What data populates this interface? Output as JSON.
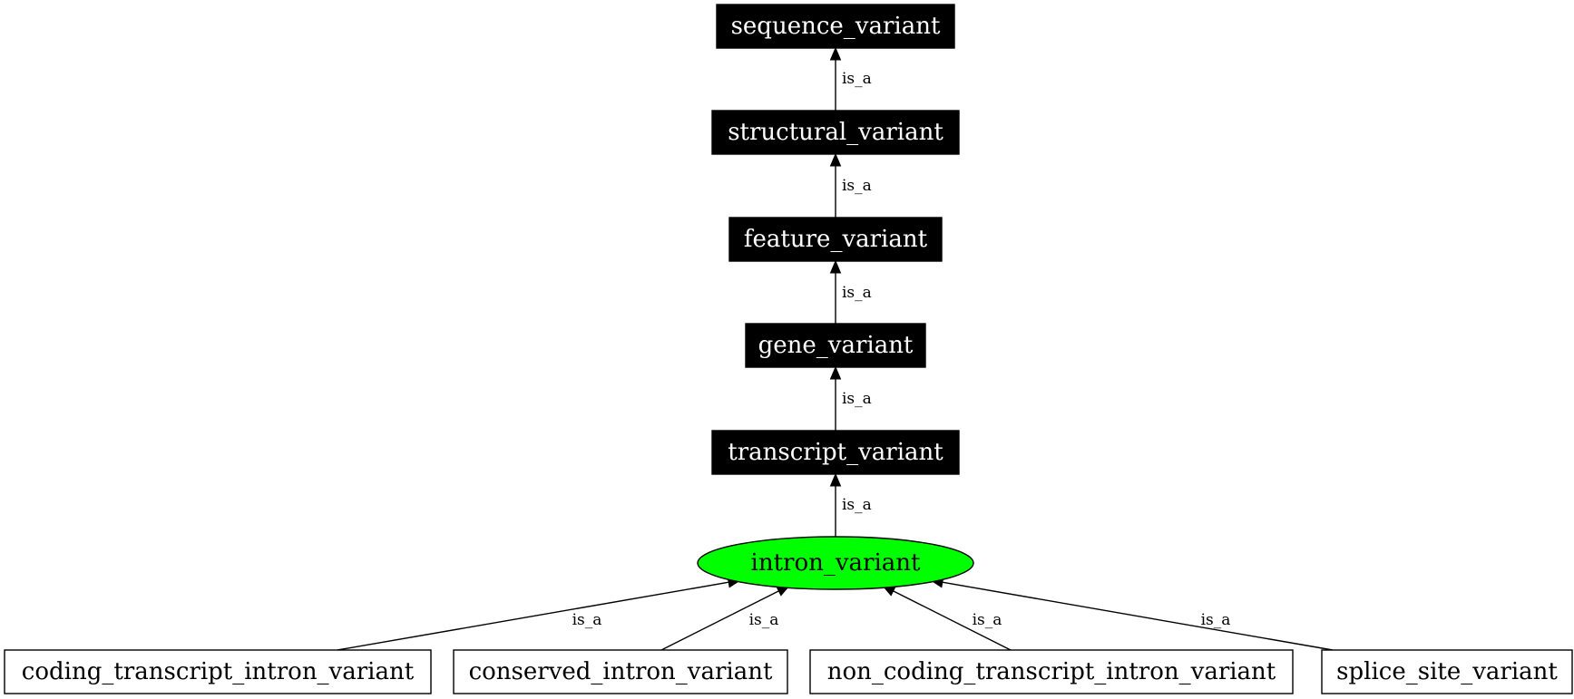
{
  "diagram": {
    "edge_label": "is_a",
    "colors": {
      "ancestor_fill": "#000000",
      "ancestor_text": "#ffffff",
      "focus_fill": "#00ff00",
      "focus_text": "#000000",
      "child_fill": "#ffffff",
      "child_text": "#000000"
    },
    "nodes": [
      {
        "id": "sequence_variant",
        "label": "sequence_variant",
        "role": "ancestor"
      },
      {
        "id": "structural_variant",
        "label": "structural_variant",
        "role": "ancestor"
      },
      {
        "id": "feature_variant",
        "label": "feature_variant",
        "role": "ancestor"
      },
      {
        "id": "gene_variant",
        "label": "gene_variant",
        "role": "ancestor"
      },
      {
        "id": "transcript_variant",
        "label": "transcript_variant",
        "role": "ancestor"
      },
      {
        "id": "intron_variant",
        "label": "intron_variant",
        "role": "focus"
      },
      {
        "id": "coding_transcript_intron_variant",
        "label": "coding_transcript_intron_variant",
        "role": "child"
      },
      {
        "id": "conserved_intron_variant",
        "label": "conserved_intron_variant",
        "role": "child"
      },
      {
        "id": "non_coding_transcript_intron_variant",
        "label": "non_coding_transcript_intron_variant",
        "role": "child"
      },
      {
        "id": "splice_site_variant",
        "label": "splice_site_variant",
        "role": "child"
      }
    ],
    "edges": [
      {
        "from": "structural_variant",
        "to": "sequence_variant",
        "label": "is_a"
      },
      {
        "from": "feature_variant",
        "to": "structural_variant",
        "label": "is_a"
      },
      {
        "from": "gene_variant",
        "to": "feature_variant",
        "label": "is_a"
      },
      {
        "from": "transcript_variant",
        "to": "gene_variant",
        "label": "is_a"
      },
      {
        "from": "intron_variant",
        "to": "transcript_variant",
        "label": "is_a"
      },
      {
        "from": "coding_transcript_intron_variant",
        "to": "intron_variant",
        "label": "is_a"
      },
      {
        "from": "conserved_intron_variant",
        "to": "intron_variant",
        "label": "is_a"
      },
      {
        "from": "non_coding_transcript_intron_variant",
        "to": "intron_variant",
        "label": "is_a"
      },
      {
        "from": "splice_site_variant",
        "to": "intron_variant",
        "label": "is_a"
      }
    ]
  }
}
